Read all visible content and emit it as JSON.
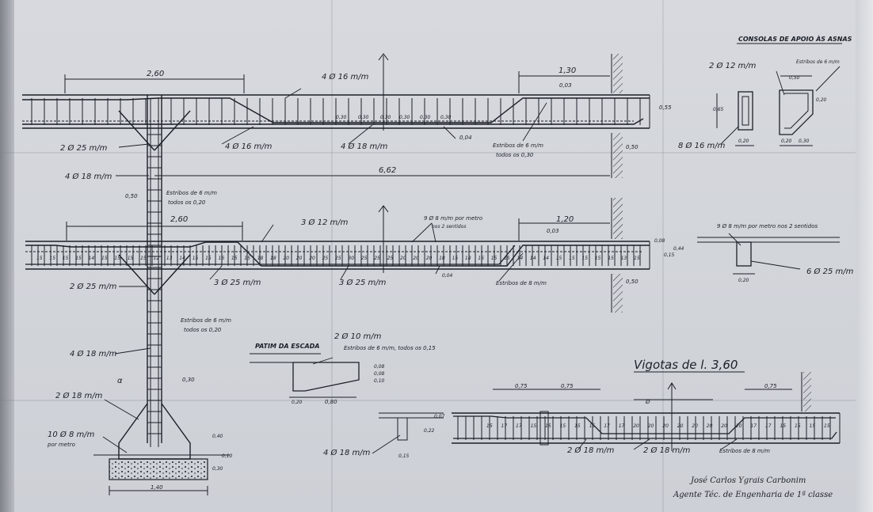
{
  "colors": {
    "paper": "#d4d7dc",
    "ink": "#1c1f27",
    "shadow": "#7f8289"
  },
  "titles": {
    "consolas": "CONSOLAS DE APOIO ÀS ASNAS",
    "patim": "PATIM DA ESCADA",
    "vigotas": "Vigotas de l. 3,60"
  },
  "top_beam": {
    "dim_span": "2,60",
    "dim_right": "1,30",
    "dim_total": "6,62",
    "top_bars": "4 Ø 16 m/m",
    "mid_bars": "4 Ø 16 m/m",
    "bottom_bars": "4 Ø 18 m/m",
    "column_bars": "2 Ø 25 m/m",
    "column_stirrups_bars": "4 Ø 18 m/m",
    "stirrups": "Estribos de 6 m/m",
    "stirrups_spacing": "todos os 0,30",
    "offset": "0,03",
    "slope": "0,04",
    "height": "0,55",
    "wall": "0,50",
    "spacings": [
      "0,30",
      "0,30",
      "0,30",
      "0,30",
      "0,30",
      "0,30"
    ]
  },
  "column": {
    "cap": "0,50",
    "stirrups": "Estribos de 6 m/m",
    "stirrups_spacing": "todos os 0,20",
    "stirrups2": "Estribos de 6 m/m",
    "stirrups2_spacing": "todos os 0,20",
    "bars": "4 Ø 18 m/m",
    "width": "0,30",
    "footing_bars": "2 Ø 18 m/m",
    "footing_mesh": "10 Ø 8 m/m",
    "footing_mesh_note": "por metro",
    "footing_h1": "0,40",
    "footing_h2": "0,10",
    "footing_h3": "0,30",
    "footing_width": "1,40",
    "section_mark": "α"
  },
  "slab_beam": {
    "dim_span": "2,60",
    "dim_right": "1,20",
    "top_bars": "3 Ø 12 m/m",
    "dist_bars": "9 Ø 8 m/m por metro",
    "dist_note": "nos 2 sentidos",
    "offset": "0,03",
    "left_bars": "2 Ø 25 m/m",
    "bottom_bars_1": "3 Ø 25 m/m",
    "bottom_bars_2": "3 Ø 25 m/m",
    "slope": "0,04",
    "stirrups": "Estribos de 8 m/m",
    "wall": "0,50",
    "h1": "0,08",
    "h2": "0,15",
    "h3": "0,44",
    "stirrup_counts": [
      "15",
      "15",
      "15",
      "15",
      "14",
      "15",
      "15",
      "15",
      "15",
      "12",
      "13",
      "14",
      "15",
      "15",
      "16",
      "15",
      "15",
      "18",
      "18",
      "20",
      "20",
      "20",
      "25",
      "25",
      "30",
      "25",
      "25",
      "25",
      "20",
      "20",
      "20",
      "18",
      "15",
      "18",
      "16",
      "15",
      "15",
      "14",
      "14",
      "14",
      "15",
      "15",
      "15",
      "15",
      "15",
      "13",
      "15"
    ]
  },
  "slab_section": {
    "bars": "9 Ø 8 m/m por metro nos 2 sentidos",
    "main_bars": "6 Ø 25 m/m",
    "width": "0,20"
  },
  "consolas": {
    "bars": "2 Ø 12 m/m",
    "stirrups": "Estribos de 6 m/m",
    "width": "0,50",
    "h": "0,65",
    "w1": "0,20",
    "w2": "0,20",
    "w3": "0,30",
    "bottom_bars": "8 Ø 16 m/m",
    "side": "0,20"
  },
  "patim": {
    "bars": "2 Ø 10 m/m",
    "stirrups": "Estribos de 6 m/m, todos os 0,15",
    "h1": "0,08",
    "h2": "0,08",
    "h3": "0,10",
    "w1": "0,20",
    "w2": "0,80"
  },
  "vigotas": {
    "dim1": "0,75",
    "dim2": "0,75",
    "dim3": "0,75",
    "mark": "Ø",
    "bars": "4 Ø 18 m/m",
    "bars2": "2 Ø 18 m/m",
    "bars3": "2 Ø 18 m/m",
    "stirrups": "Estribos de 8 m/m",
    "h1": "0,07",
    "h2": "0,22",
    "w": "0,15",
    "stirrup_counts": [
      "15",
      "17",
      "17",
      "15",
      "15",
      "15",
      "15",
      "15",
      "17",
      "17",
      "20",
      "20",
      "20",
      "20",
      "20",
      "20",
      "20",
      "20",
      "17",
      "17",
      "15",
      "15",
      "15",
      "15"
    ]
  },
  "signature": {
    "line1": "José Carlos Ygrais Carbonim",
    "line2": "Agente Téc. de Engenharia de 1ª classe"
  }
}
